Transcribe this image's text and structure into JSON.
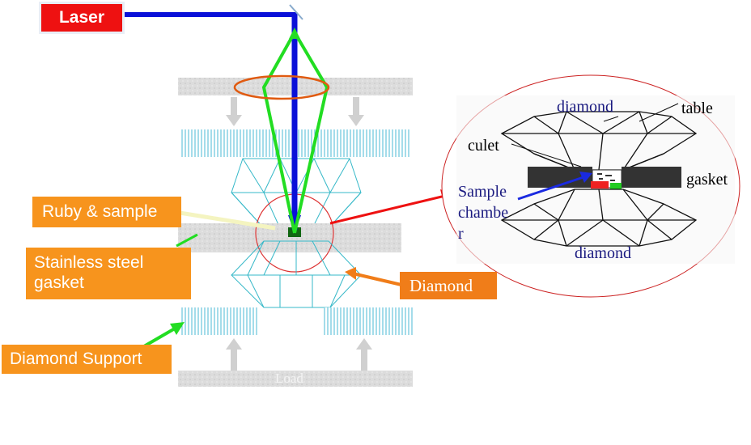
{
  "labels": {
    "laser": "Laser",
    "ruby_sample": "Ruby & sample",
    "gasket": "Stainless steel gasket",
    "gasket_line1": "Stainless steel",
    "gasket_line2": "gasket",
    "diamond_support": "Diamond Support",
    "diamond": "Diamond",
    "load": "Load"
  },
  "inset": {
    "diamond_top": "diamond",
    "table": "table",
    "culet": "culet",
    "gasket": "gasket",
    "sample_line1": "Sample",
    "sample_line2": "chambe",
    "sample_line3": "r",
    "diamond_bottom": "diamond"
  },
  "colors": {
    "laser_box": "#ee1111",
    "label_orange": "#f7941d",
    "beam_blue": "#0a10d8",
    "beam_green": "#22dd22",
    "ellipse_orange": "#e05a10",
    "circle_red": "#dd3333",
    "arrow_red": "#ee1111",
    "diamond_cyan": "#35b8c8",
    "support_cyan": "#40b8d0",
    "stage_gray": "#d8d8d8"
  }
}
